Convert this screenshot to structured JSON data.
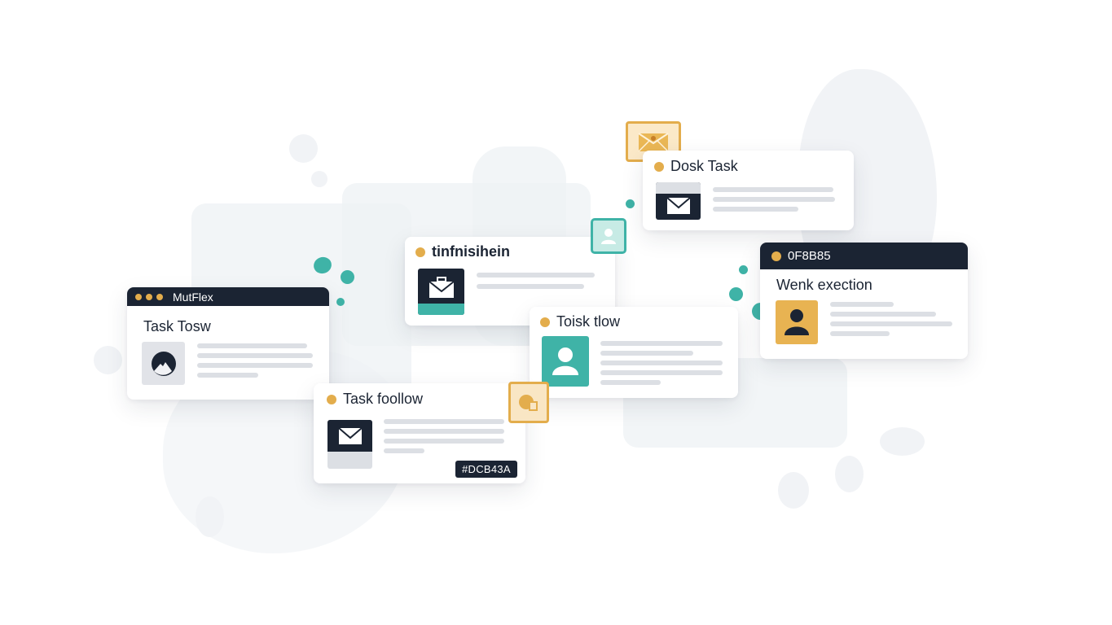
{
  "colors": {
    "navy": "#1b2433",
    "amber": "#e3ad4c",
    "teal": "#3fb3a7",
    "line_gray": "#dcdfe4",
    "thumb_gray": "#d9dce1"
  },
  "cards": {
    "mutflex": {
      "header_label": "MutFlex",
      "title": "Task Tosw",
      "icon": "avatar-icon"
    },
    "finished": {
      "title": "tinfnisihein",
      "icon": "briefcase-mail-icon"
    },
    "desk_task": {
      "title": "Dosk Task",
      "icon": "mail-icon"
    },
    "work_execution": {
      "header_label": "0F8B85",
      "title": "Wenk exection",
      "icon": "person-icon"
    },
    "task_flow": {
      "title": "Toisk tlow",
      "icon": "person-icon"
    },
    "task_follow": {
      "title": "Task foollow",
      "icon": "mail-icon",
      "tag": "#DCB43A"
    }
  },
  "floating_icons": [
    {
      "name": "envelope-badge-icon",
      "color": "#e3ad4c"
    },
    {
      "name": "user-badge-icon",
      "color": "#3fb3a7"
    },
    {
      "name": "document-badge-icon",
      "color": "#e3ad4c"
    }
  ]
}
